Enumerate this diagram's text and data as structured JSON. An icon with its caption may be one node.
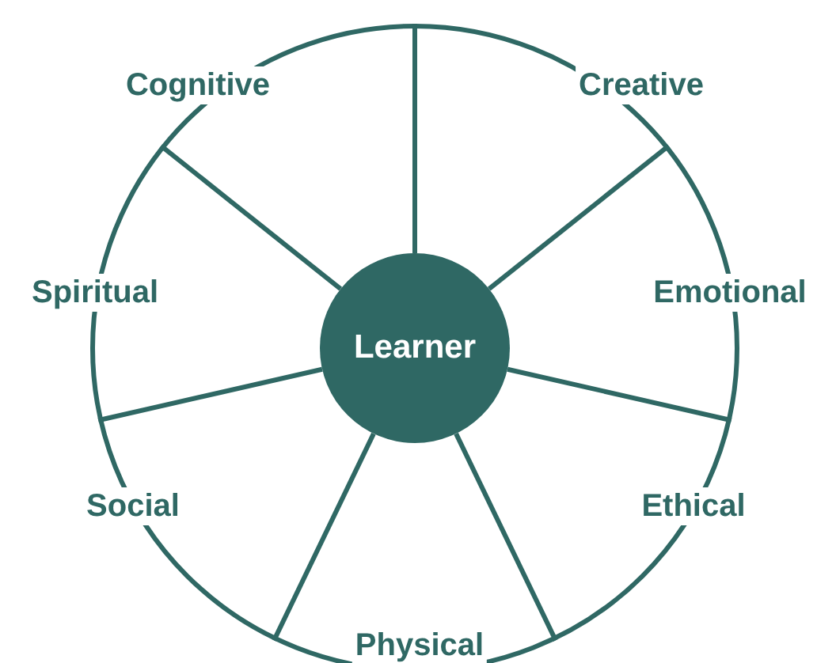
{
  "diagram": {
    "nodes": [
      {
        "text": [],
        "shape": "circle"
      },
      {
        "text": [
          "Learner"
        ],
        "in": 0
      }
    ],
    "edges": [
      {
        "from": 1,
        "to": 0,
        "arrow": "none"
      },
      {
        "from": 1,
        "to": 0,
        "arrow": "none"
      },
      {
        "from": 1,
        "to": 0,
        "arrow": "none"
      },
      {
        "from": 1,
        "to": 0,
        "arrow": "none"
      },
      {
        "from": 1,
        "to": 0,
        "arrow": "none"
      },
      {
        "from": 1,
        "to": 0,
        "arrow": "none"
      },
      {
        "from": 1,
        "to": 0,
        "arrow": "none"
      }
    ],
    "labels": [
      "Cognitive",
      "Creative",
      "Spiritual",
      "Emotional",
      "Social",
      "Ethical",
      "Physical"
    ]
  }
}
